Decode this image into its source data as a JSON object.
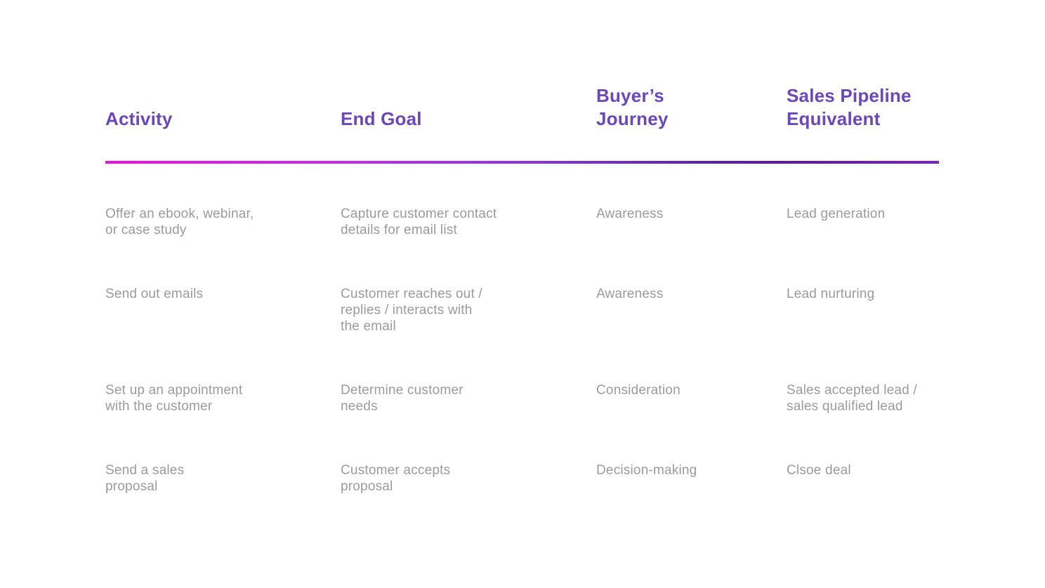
{
  "table": {
    "columns": [
      "Activity",
      "End Goal",
      "Buyer’s\nJourney",
      "Sales Pipeline\nEquivalent"
    ],
    "rows": [
      [
        "Offer an ebook, webinar,\nor case study",
        "Capture customer contact\ndetails for email list",
        "Awareness",
        "Lead generation"
      ],
      [
        "Send out emails",
        "Customer reaches out /\nreplies / interacts with\nthe email",
        "Awareness",
        "Lead nurturing"
      ],
      [
        "Set up an appointment\nwith the customer",
        "Determine customer\nneeds",
        "Consideration",
        "Sales accepted lead /\nsales qualified lead"
      ],
      [
        "Send a sales\nproposal",
        "Customer accepts\nproposal",
        "Decision-making",
        "Clsoe deal"
      ]
    ],
    "colors": {
      "background": "#FFFFFF",
      "header_text": "#6B46C1",
      "body_text": "#9B9B9B",
      "divider_gradient_start": "#EE0FE0",
      "divider_gradient_mid": "#8D36D6",
      "divider_gradient_dark": "#61189E",
      "divider_gradient_end": "#7A22C4"
    }
  }
}
